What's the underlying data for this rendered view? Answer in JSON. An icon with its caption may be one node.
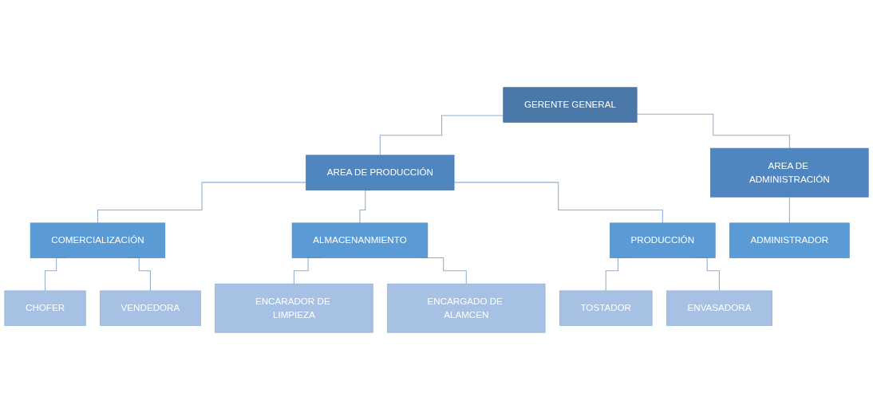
{
  "diagram": {
    "nodes": [
      {
        "text": [
          "GERENTE GENERAL"
        ]
      },
      {
        "text": [
          "AREA DE PRODUCCIÓN"
        ]
      },
      {
        "text": [
          "AREA DE ADMINISTRACIÓN"
        ]
      },
      {
        "text": [
          "COMERCIALIZACIÓN"
        ]
      },
      {
        "text": [
          "ALMACENANMIENTO"
        ]
      },
      {
        "text": [
          "PRODUCCIÓN"
        ]
      },
      {
        "text": [
          "ADMINISTRADOR"
        ]
      },
      {
        "text": [
          "CHOFER"
        ]
      },
      {
        "text": [
          "VENDEDORA"
        ]
      },
      {
        "text": [
          "ENCARADOR DE LIMPIEZA"
        ]
      },
      {
        "text": [
          "ENCARGADO DE ALAMCEN"
        ]
      },
      {
        "text": [
          "TOSTADOR"
        ]
      },
      {
        "text": [
          "ENVASADORA"
        ]
      }
    ],
    "edges": [
      {
        "from": 0,
        "to": 1,
        "arrow": "none"
      },
      {
        "from": 0,
        "to": 2,
        "arrow": "none"
      },
      {
        "from": 1,
        "to": 3,
        "arrow": "none"
      },
      {
        "from": 1,
        "to": 4,
        "arrow": "none"
      },
      {
        "from": 1,
        "to": 5,
        "arrow": "none"
      },
      {
        "from": 2,
        "to": 6,
        "arrow": "none"
      },
      {
        "from": 3,
        "to": 7,
        "arrow": "none"
      },
      {
        "from": 3,
        "to": 8,
        "arrow": "none"
      },
      {
        "from": 4,
        "to": 9,
        "arrow": "none"
      },
      {
        "from": 4,
        "to": 10,
        "arrow": "none"
      },
      {
        "from": 5,
        "to": 11,
        "arrow": "none"
      },
      {
        "from": 5,
        "to": 12,
        "arrow": "none"
      }
    ]
  }
}
